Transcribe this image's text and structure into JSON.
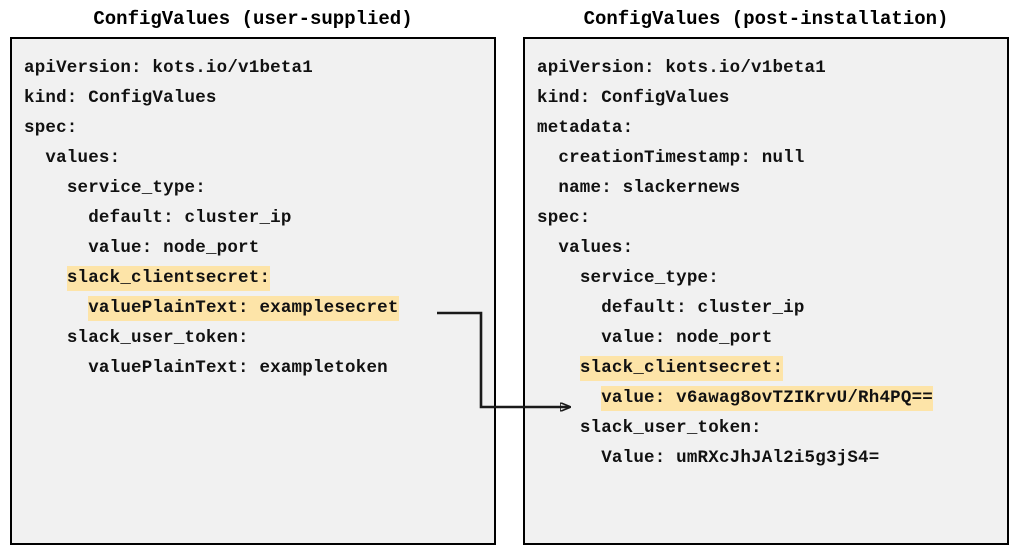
{
  "diagram": {
    "left_panel": {
      "title": "ConfigValues (user-supplied)",
      "lines": [
        {
          "indent": 0,
          "text": "apiVersion: kots.io/v1beta1",
          "highlight": false
        },
        {
          "indent": 0,
          "text": "kind: ConfigValues",
          "highlight": false
        },
        {
          "indent": 0,
          "text": "spec:",
          "highlight": false
        },
        {
          "indent": 1,
          "text": "values:",
          "highlight": false
        },
        {
          "indent": 2,
          "text": "service_type:",
          "highlight": false
        },
        {
          "indent": 3,
          "text": "default: cluster_ip",
          "highlight": false
        },
        {
          "indent": 3,
          "text": "value: node_port",
          "highlight": false
        },
        {
          "indent": 2,
          "text": "slack_clientsecret:",
          "highlight": true
        },
        {
          "indent": 3,
          "text": "valuePlainText: examplesecret",
          "highlight": true
        },
        {
          "indent": 2,
          "text": "slack_user_token:",
          "highlight": false
        },
        {
          "indent": 3,
          "text": "valuePlainText: exampletoken",
          "highlight": false
        }
      ]
    },
    "right_panel": {
      "title": "ConfigValues (post-installation)",
      "lines": [
        {
          "indent": 0,
          "text": "apiVersion: kots.io/v1beta1",
          "highlight": false
        },
        {
          "indent": 0,
          "text": "kind: ConfigValues",
          "highlight": false
        },
        {
          "indent": 0,
          "text": "metadata:",
          "highlight": false
        },
        {
          "indent": 1,
          "text": "creationTimestamp: null",
          "highlight": false
        },
        {
          "indent": 1,
          "text": "name: slackernews",
          "highlight": false
        },
        {
          "indent": 0,
          "text": "spec:",
          "highlight": false
        },
        {
          "indent": 1,
          "text": "values:",
          "highlight": false
        },
        {
          "indent": 2,
          "text": "service_type:",
          "highlight": false
        },
        {
          "indent": 3,
          "text": "default: cluster_ip",
          "highlight": false
        },
        {
          "indent": 3,
          "text": "value: node_port",
          "highlight": false
        },
        {
          "indent": 2,
          "text": "slack_clientsecret:",
          "highlight": true
        },
        {
          "indent": 3,
          "text": "value: v6awag8ovTZIKrvU/Rh4PQ==",
          "highlight": true
        },
        {
          "indent": 2,
          "text": "slack_user_token:",
          "highlight": false
        },
        {
          "indent": 3,
          "text": "Value: umRXcJhJAl2i5g3jS4=",
          "highlight": false
        }
      ]
    },
    "connector": {
      "label": "encrypted-value-mapping-arrow",
      "from": "valuePlainText: examplesecret",
      "to": "value: v6awag8ovTZIKrvU/Rh4PQ=="
    },
    "colors": {
      "highlight": "#fde4a8",
      "panel_background": "#f1f1f1",
      "panel_border": "#000000",
      "text": "#111111",
      "connector": "#1a1a1a"
    }
  }
}
